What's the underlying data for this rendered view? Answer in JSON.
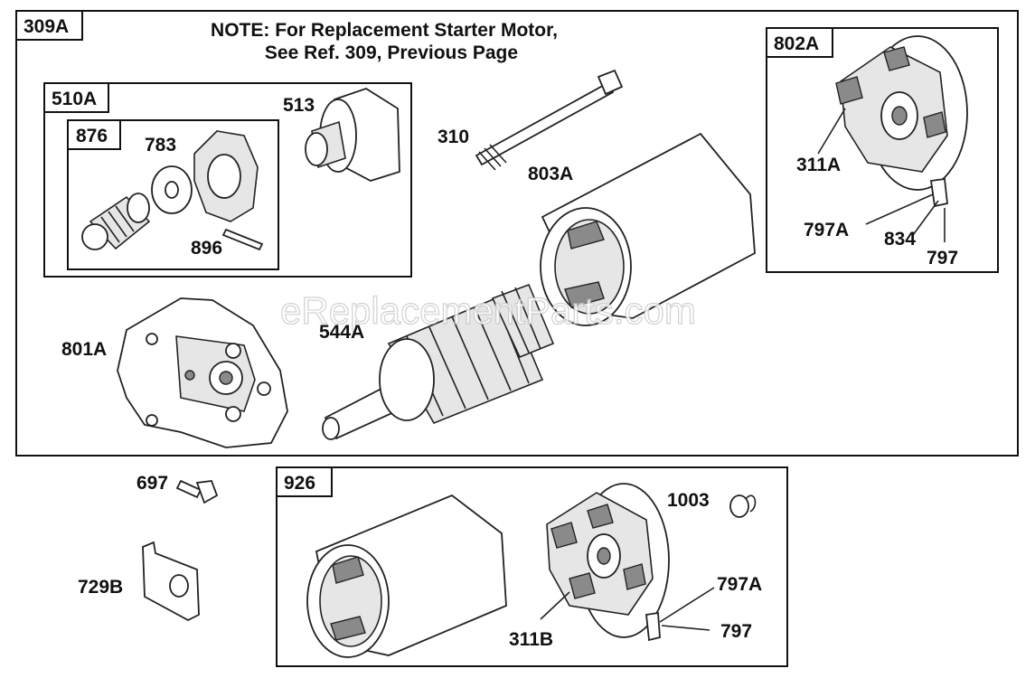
{
  "note": {
    "line1": "NOTE: For Replacement Starter Motor,",
    "line2": "See Ref. 309, Previous Page"
  },
  "watermark": "eReplacementParts.com",
  "groups": {
    "g309A": "309A",
    "g510A": "510A",
    "g876": "876",
    "g802A": "802A",
    "g926": "926"
  },
  "parts": {
    "p513": "513",
    "p783": "783",
    "p896": "896",
    "p310": "310",
    "p803A": "803A",
    "p311A": "311A",
    "p797A_top": "797A",
    "p834": "834",
    "p797_top": "797",
    "p801A": "801A",
    "p544A": "544A",
    "p697": "697",
    "p729B": "729B",
    "p1003": "1003",
    "p797A_bot": "797A",
    "p797_bot": "797",
    "p311B": "311B"
  }
}
